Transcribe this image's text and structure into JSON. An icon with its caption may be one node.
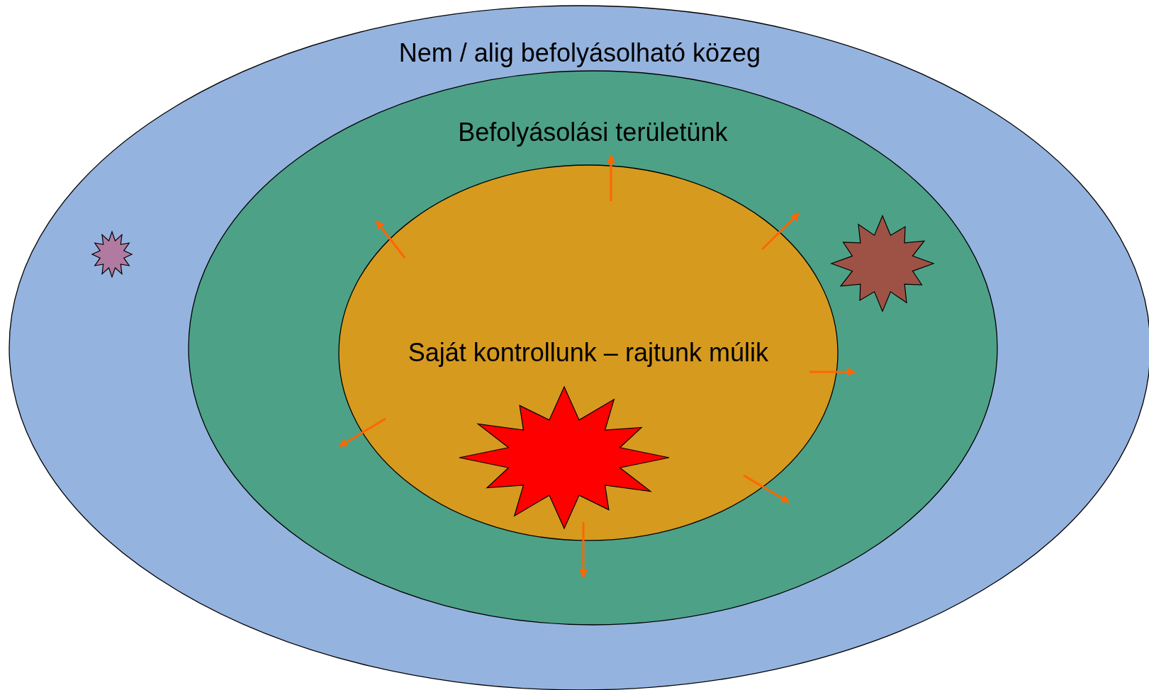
{
  "diagram": {
    "nodes": [
      {
        "text": [
          "Nem / alig befolyásolható közeg"
        ]
      },
      {
        "text": [
          "Befolyásolási területünk"
        ],
        "in": 0
      },
      {
        "text": [
          "Saját kontrollunk – rajtunk múlik"
        ],
        "in": 1
      }
    ]
  }
}
